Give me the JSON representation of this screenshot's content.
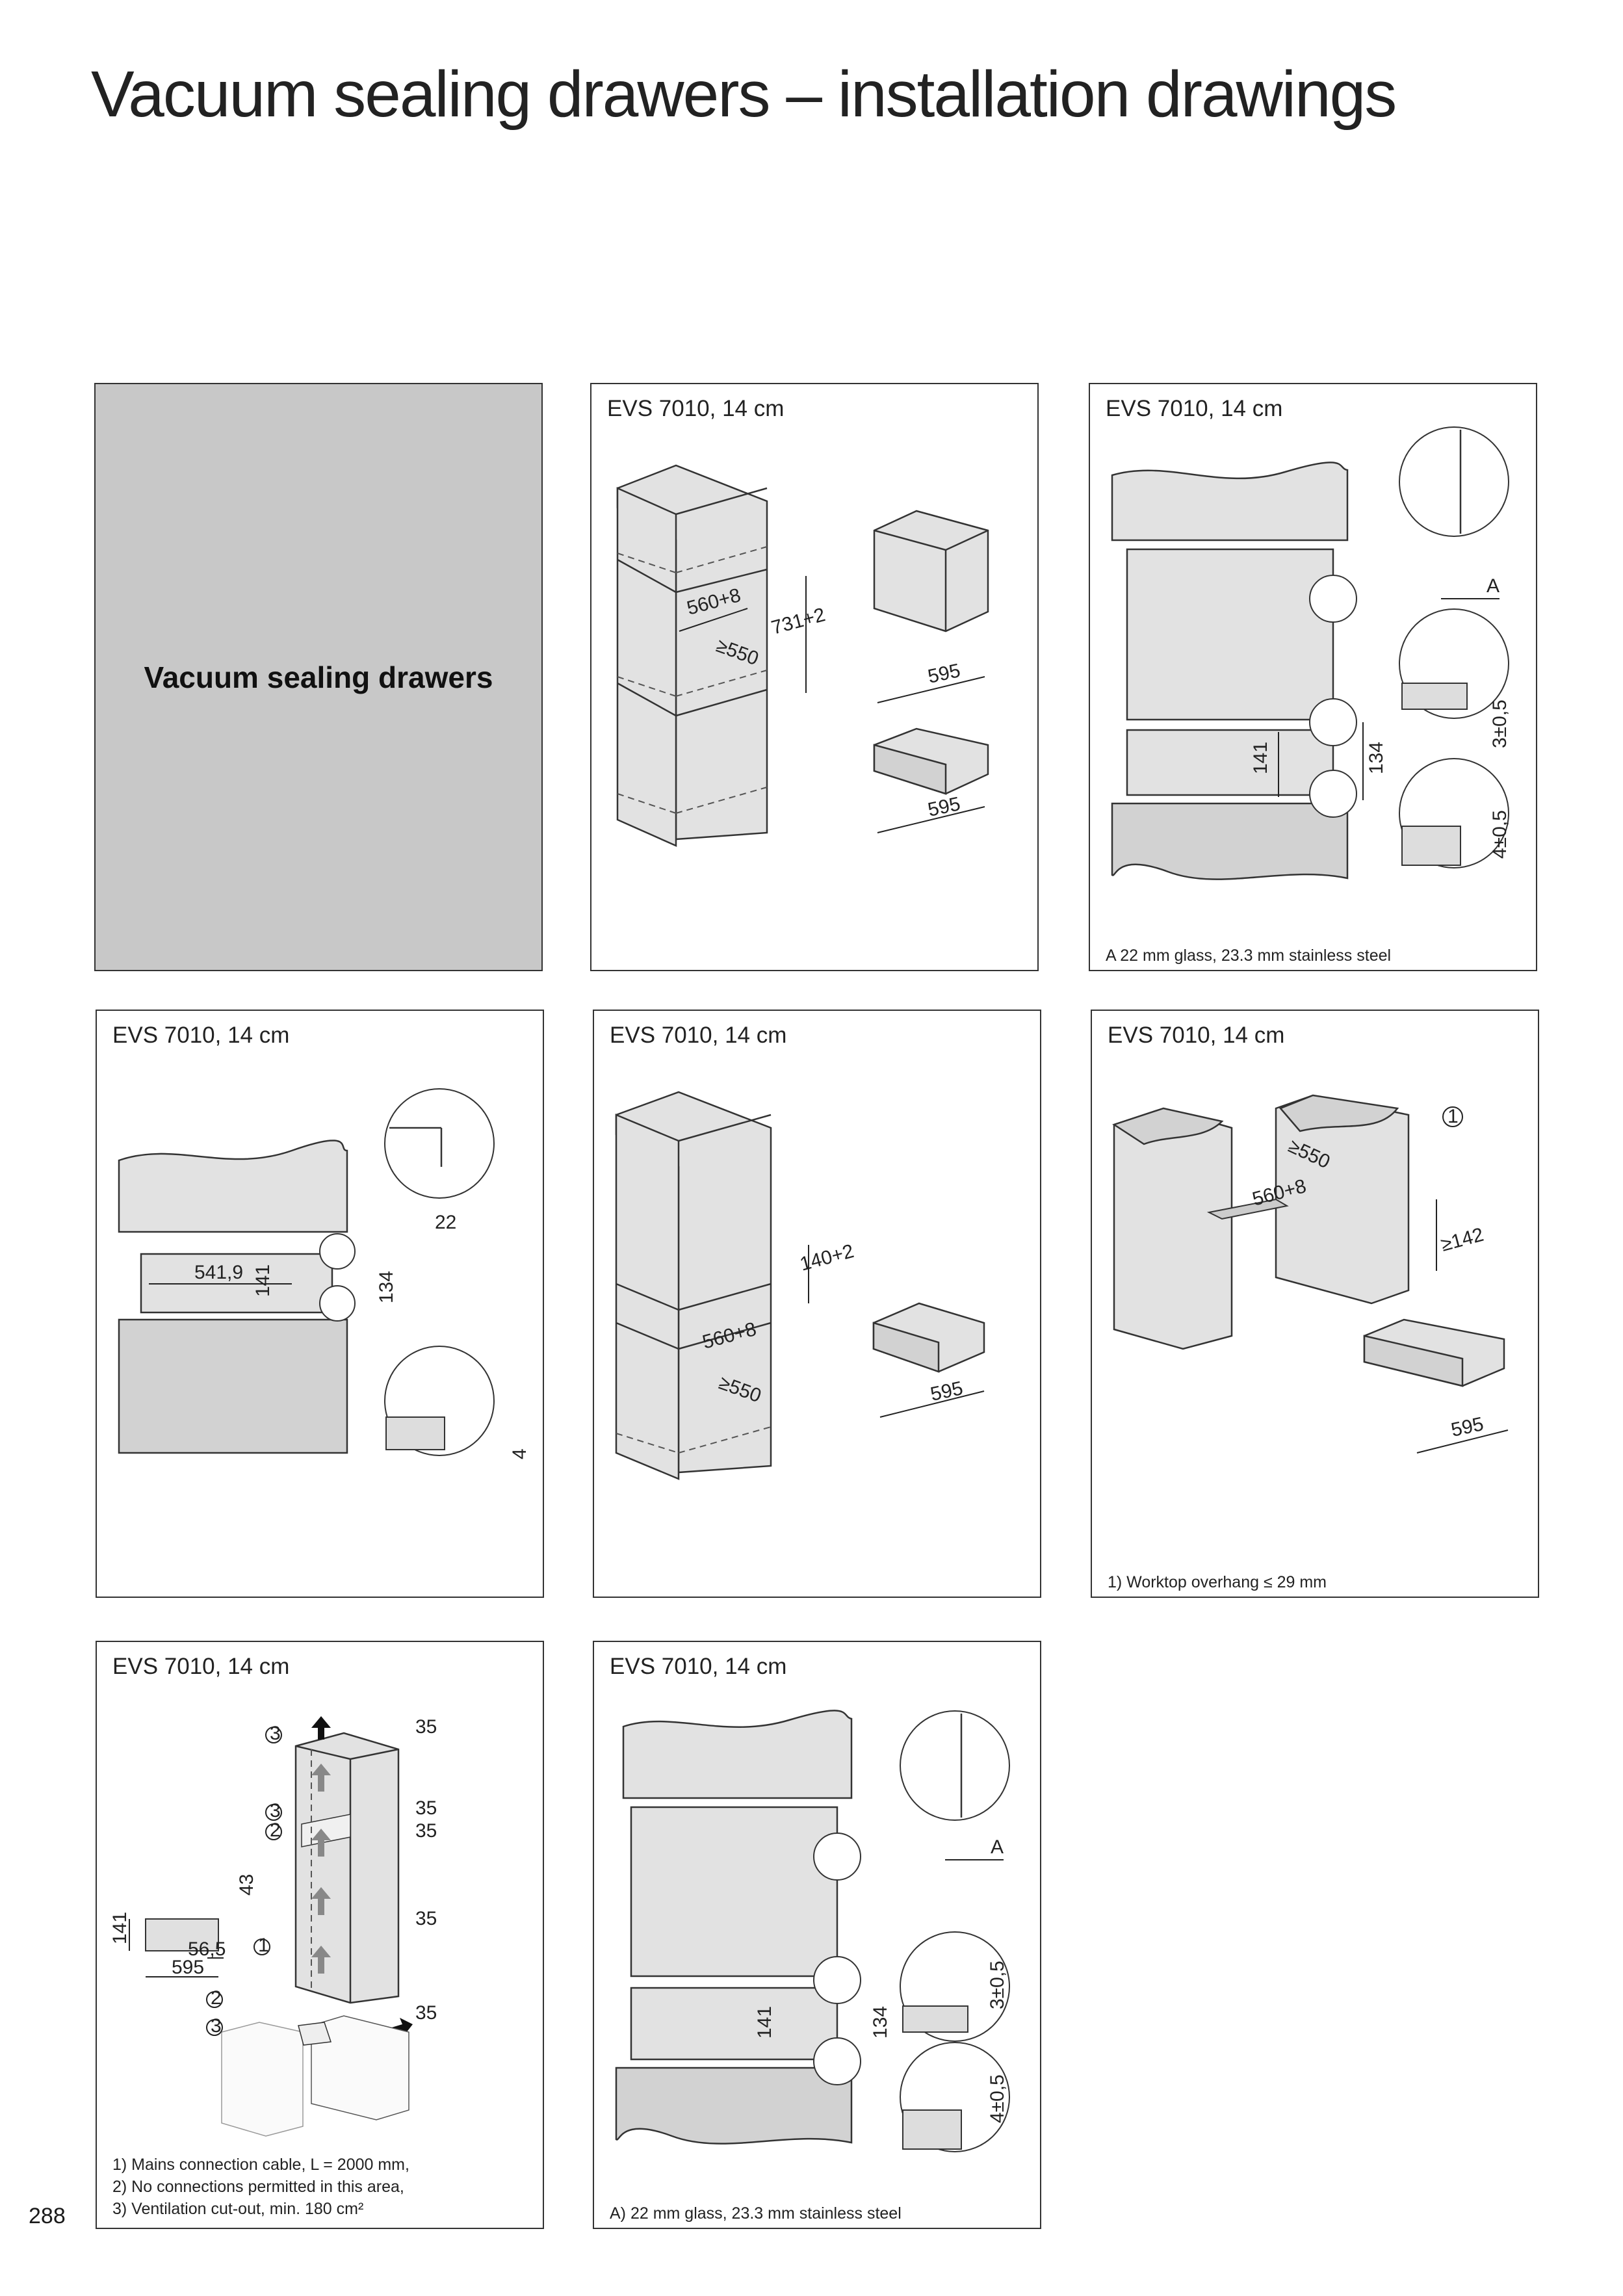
{
  "page": {
    "title": "Vacuum sealing drawers – installation drawings",
    "page_number": "288"
  },
  "section_panel": {
    "label": "Vacuum sealing drawers"
  },
  "panels": [
    {
      "heading": "EVS 7010, 14 cm",
      "dims": [
        "560+8",
        "≥550",
        "731+2",
        "595",
        "595"
      ]
    },
    {
      "heading": "EVS 7010, 14 cm",
      "dims": [
        "141",
        "134",
        "A",
        "3±0,5",
        "4±0,5"
      ],
      "footnote": "A 22 mm glass, 23.3 mm stainless steel"
    },
    {
      "heading": "EVS 7010, 14 cm",
      "dims": [
        "541,9",
        "141",
        "134",
        "22",
        "4"
      ]
    },
    {
      "heading": "EVS 7010, 14 cm",
      "dims": [
        "140+2",
        "560+8",
        "≥550",
        "595"
      ]
    },
    {
      "heading": "EVS 7010, 14 cm",
      "dims": [
        "≥550",
        "560+8",
        "≥142",
        "595"
      ],
      "callouts": [
        "1"
      ],
      "footnote": "1) Worktop overhang ≤ 29 mm"
    },
    {
      "heading": "EVS 7010, 14 cm",
      "dims": [
        "141",
        "43",
        "56,5",
        "595",
        "35",
        "35",
        "35",
        "35",
        "35"
      ],
      "callouts": [
        "1",
        "2",
        "3"
      ],
      "footnotes": [
        "1) Mains connection cable, L = 2000 mm,",
        "2) No connections permitted in this area,",
        "3) Ventilation cut-out, min. 180 cm²"
      ]
    },
    {
      "heading": "EVS 7010, 14 cm",
      "dims": [
        "141",
        "134",
        "A",
        "3±0,5",
        "4±0,5"
      ],
      "footnote": "A) 22 mm glass, 23.3 mm stainless steel"
    }
  ]
}
